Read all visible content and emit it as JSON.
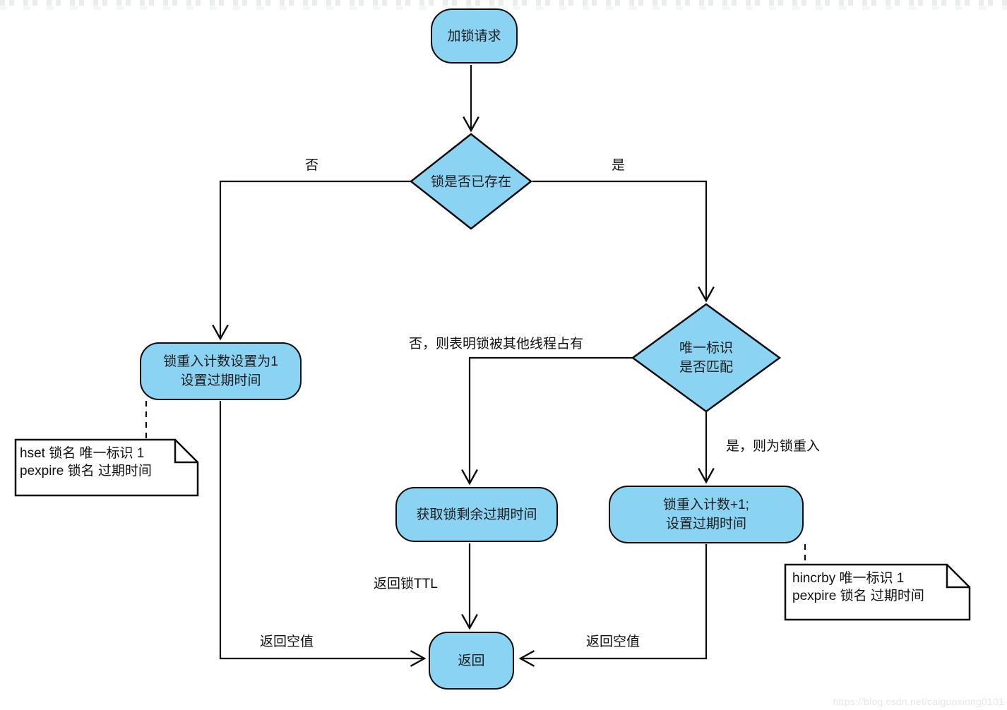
{
  "diagram": {
    "type": "flowchart",
    "topic": "Redis reentrant lock acquisition flow",
    "colors": {
      "node_fill": "#8AD3F3",
      "node_border": "#0d0d0d",
      "note_fill": "#ffffff",
      "line": "#000000",
      "text": "#1c1c1c",
      "watermark_text": "#e7e7e7"
    },
    "nodes": {
      "start": {
        "label": "加锁请求"
      },
      "check_exists": {
        "label": "锁是否已存在"
      },
      "reentry_set": {
        "line1": "锁重入计数设置为1",
        "line2": "设置过期时间"
      },
      "check_match": {
        "line1": "唯一标识",
        "line2": "是否匹配"
      },
      "get_ttl": {
        "label": "获取锁剩余过期时间"
      },
      "incr_reentry": {
        "line1": "锁重入计数+1;",
        "line2": "设置过期时间"
      },
      "return": {
        "label": "返回"
      }
    },
    "edge_labels": {
      "no": "否",
      "yes": "是",
      "not_match": "否，则表明锁被其他线程占有",
      "match": "是，则为锁重入",
      "return_ttl": "返回锁TTL",
      "return_null_left": "返回空值",
      "return_null_right": "返回空值"
    },
    "notes": {
      "left": {
        "line1": "hset 锁名 唯一标识 1",
        "line2": "pexpire 锁名 过期时间"
      },
      "right": {
        "line1": "hincrby 唯一标识 1",
        "line2": "pexpire 锁名 过期时间"
      }
    },
    "watermark": "https://blog.csdn.net/caiguoxiong0101"
  }
}
